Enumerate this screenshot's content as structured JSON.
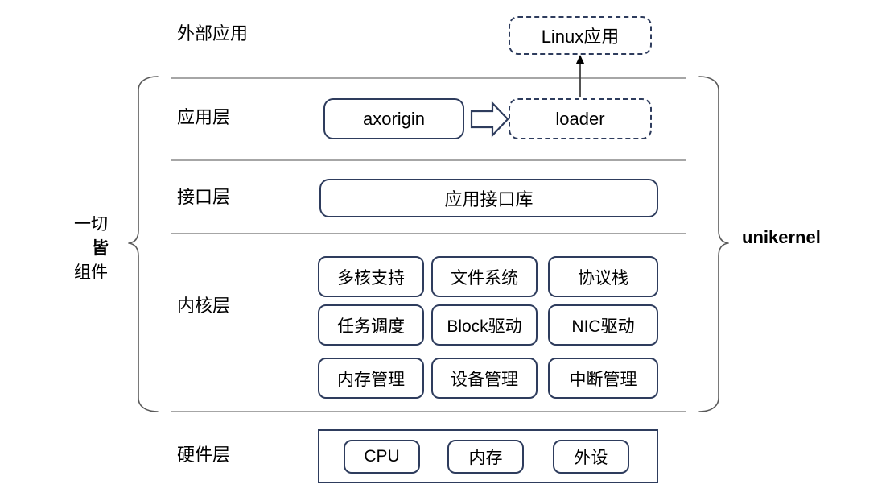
{
  "diagram": {
    "title_row_label": "外部应用",
    "external_app": {
      "label": "Linux应用",
      "style": "dashed"
    },
    "left_brace_label": {
      "line1": "一切",
      "line2": "皆",
      "line3": "组件"
    },
    "right_brace_label": "unikernel",
    "layers": [
      {
        "name": "app-layer",
        "label": "应用层",
        "boxes": [
          {
            "label": "axorigin",
            "style": "solid"
          },
          {
            "label": "loader",
            "style": "dashed"
          }
        ],
        "connector": "block-arrow-right"
      },
      {
        "name": "interface-layer",
        "label": "接口层",
        "boxes": [
          {
            "label": "应用接口库",
            "style": "solid"
          }
        ]
      },
      {
        "name": "kernel-layer",
        "label": "内核层",
        "grid": [
          [
            "多核支持",
            "文件系统",
            "协议栈"
          ],
          [
            "任务调度",
            "Block驱动",
            "NIC驱动"
          ],
          [
            "内存管理",
            "设备管理",
            "中断管理"
          ]
        ]
      },
      {
        "name": "hardware-layer",
        "label": "硬件层",
        "boxes": [
          {
            "label": "CPU",
            "style": "solid"
          },
          {
            "label": "内存",
            "style": "solid"
          },
          {
            "label": "外设",
            "style": "solid"
          }
        ]
      }
    ],
    "colors": {
      "box_border": "#2e3c5d",
      "divider": "#a6a6a6",
      "brace": "#595959",
      "arrow": "#404040",
      "text": "#000000",
      "background": "#ffffff"
    }
  }
}
